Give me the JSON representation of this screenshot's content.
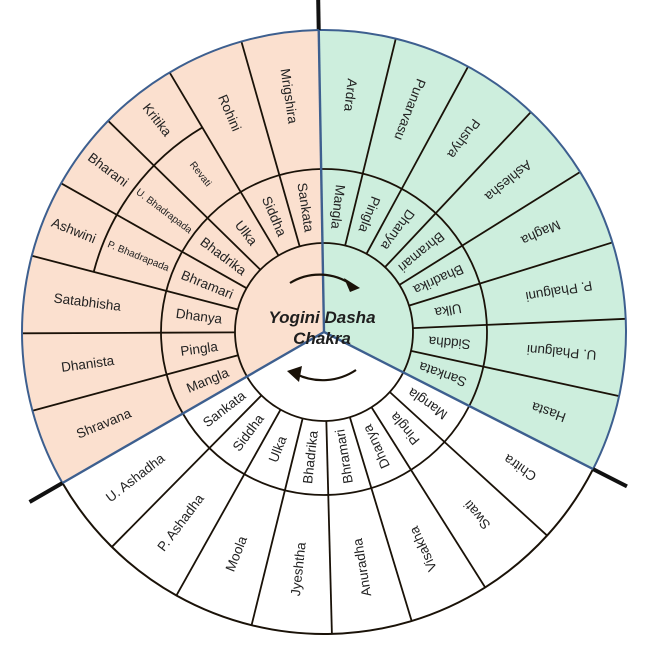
{
  "title": {
    "line1": "Yogini Dasha",
    "line2": "Chakra"
  },
  "colors": {
    "border": "#3d5f8f",
    "line": "#1a1208"
  },
  "sectors": [
    {
      "name": "green",
      "fill": "#cdeedd",
      "yoginis": [
        "Mangla",
        "Pingla",
        "Dhanya",
        "Bhramari",
        "Bhadrika",
        "Ulka",
        "Siddha",
        "Sankata"
      ],
      "nakshatras": [
        "Ardra",
        "Punarvasu",
        "Pushya",
        "Ashlesha",
        "Magha",
        "P. Phalguni",
        "U. Phalguni",
        "Hasta"
      ],
      "extra": []
    },
    {
      "name": "white",
      "fill": "#ffffff",
      "yoginis": [
        "Mangla",
        "Pingla",
        "Dhanya",
        "Bhramari",
        "Bhadrika",
        "Ulka",
        "Siddha",
        "Sankata"
      ],
      "nakshatras": [
        "Chitra",
        "Swati",
        "Visakha",
        "Anuradha",
        "Jyeshtha",
        "Moola",
        "P. Ashadha",
        "U. Ashadha"
      ],
      "extra": []
    },
    {
      "name": "peach",
      "fill": "#fbe0cf",
      "yoginis": [
        "Mangla",
        "Pingla",
        "Dhanya",
        "Bhramari",
        "Bhadrika",
        "Ulka",
        "Siddha",
        "Sankata"
      ],
      "nakshatras": [
        "Shravana",
        "Dhanista",
        "Satabhisha",
        "Ashwini",
        "Bharani",
        "Kritika",
        "Rohini",
        "Mrigshira"
      ],
      "extra": [
        "P. Bhadrapada",
        "U. Bhadrapada",
        "Revati"
      ]
    }
  ]
}
